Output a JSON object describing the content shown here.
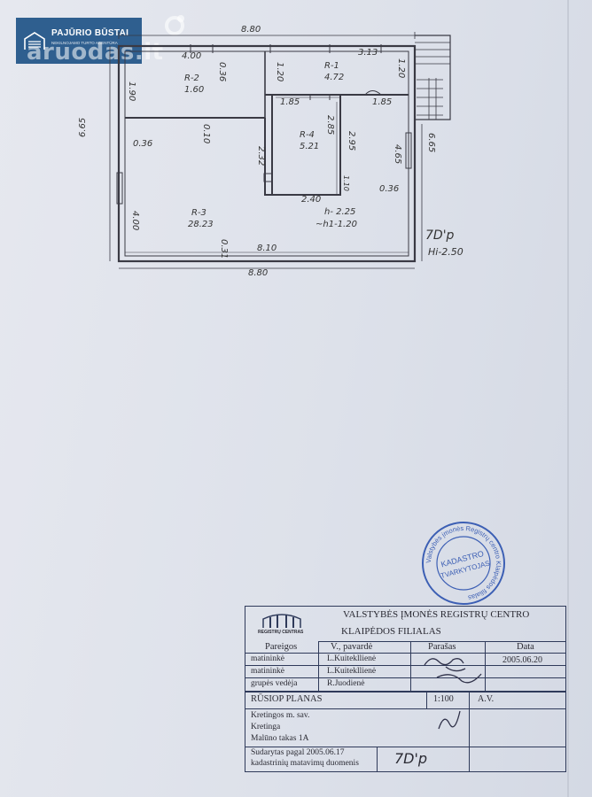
{
  "watermark": {
    "agency_name": "PAJŪRIO BŪSTAI",
    "agency_tagline": "NEKILNOJAMO TURTO AGENTŪRA",
    "site": "aruodas.lt"
  },
  "plan": {
    "top_width": "8.80",
    "bottom_width": "8.80",
    "inner_bottom": "8.10",
    "left_height": "6.65",
    "right_height": "6.65",
    "dim_4_00_top": "4.00",
    "dim_0_36_top": "0.36",
    "dim_3_13": "3.13",
    "dim_1_90": "1.90",
    "dim_1_20_left": "1.20",
    "dim_1_20_right": "1.20",
    "dim_1_85_left": "1.85",
    "dim_1_85_right": "1.85",
    "dim_0_10": "0.10",
    "dim_2_32": "2.32",
    "dim_2_85": "2.85",
    "dim_2_95": "2.95",
    "dim_0_36_left": "0.36",
    "dim_0_36_right": "0.36",
    "dim_4_65": "4.65",
    "dim_2_40": "2.40",
    "dim_1_10": "1.10",
    "dim_4_00_left": "4.00",
    "dim_0_31": "0.31",
    "rooms": [
      {
        "code": "R-1",
        "area": "4.72"
      },
      {
        "code": "R-2",
        "area": "1.60"
      },
      {
        "code": "R-3",
        "area": "28.23"
      },
      {
        "code": "R-4",
        "area": "5.21"
      }
    ],
    "height_note": "h- 2.25",
    "height_note_2": "~h1-1.20",
    "floor_mark": "7D'p",
    "floor_height": "Hi-2.50"
  },
  "stamp": {
    "center_line1": "KADASTRO",
    "center_line2": "TVARKYTOJAS",
    "ring_text": "Valstybės įmonės Registrų centro Klaipėdos filialas"
  },
  "title_block": {
    "logo_caption": "REGISTRŲ CENTRAS",
    "org_line1": "VALSTYBĖS ĮMONĖS REGISTRŲ CENTRO",
    "org_line2": "KLAIPĖDOS FILIALAS",
    "col_role": "Pareigos",
    "col_name": "V., pavardė",
    "col_sign": "Parašas",
    "col_date": "Data",
    "rows": [
      {
        "role": "matininkė",
        "name": "L.Kuitekllienė"
      },
      {
        "role": "matininkė",
        "name": "L.Kuitekllienė"
      },
      {
        "role": "grupės vedėja",
        "name": "R.Juodienė"
      }
    ],
    "date": "2005.06.20",
    "plan_title": "RŪSIOP PLANAS",
    "scale": "1:100",
    "av": "A.V.",
    "addr1": "Kretingos m. sav.",
    "addr2": "Kretinga",
    "addr3": "Malūno takas 1A",
    "made1": "Sudarytas pagal  2005.06.17",
    "made2": "kadastrinių matavimų duomenis",
    "handwritten_code": "7D'p"
  }
}
